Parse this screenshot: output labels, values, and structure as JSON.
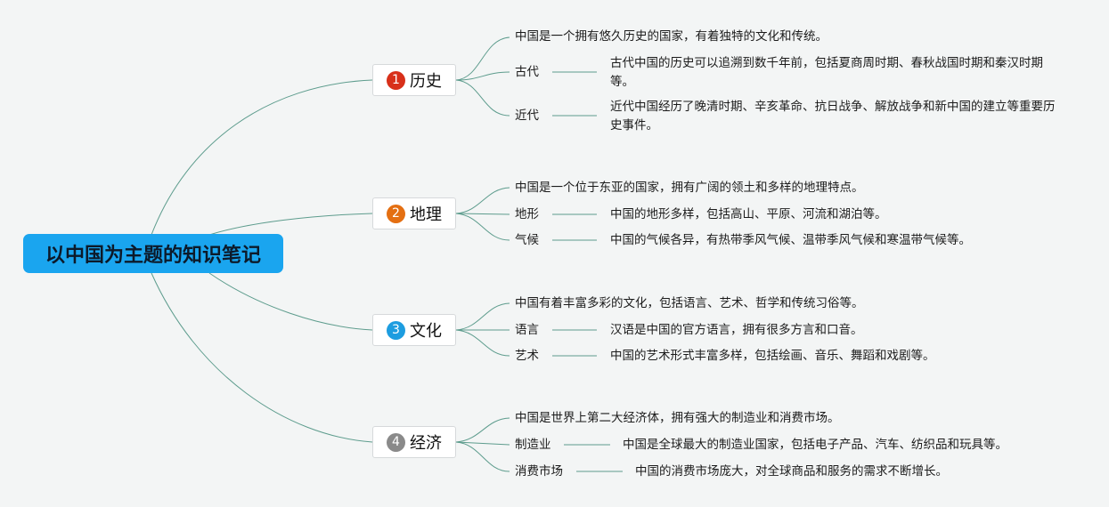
{
  "root": {
    "label": "以中国为主题的知识笔记"
  },
  "colors": {
    "root_bg": "#1aa5ef",
    "line": "#5d9c8d",
    "badge_1": "#d8301a",
    "badge_2": "#e46f12",
    "badge_3": "#1d9de0",
    "badge_4": "#8a8a8a"
  },
  "branches": [
    {
      "num": "1",
      "label": "历史",
      "summary": "中国是一个拥有悠久历史的国家，有着独特的文化和传统。",
      "children": [
        {
          "label": "古代",
          "detail": "古代中国的历史可以追溯到数千年前，包括夏商周时期、春秋战国时期和秦汉时期等。"
        },
        {
          "label": "近代",
          "detail": "近代中国经历了晚清时期、辛亥革命、抗日战争、解放战争和新中国的建立等重要历史事件。"
        }
      ]
    },
    {
      "num": "2",
      "label": "地理",
      "summary": "中国是一个位于东亚的国家，拥有广阔的领土和多样的地理特点。",
      "children": [
        {
          "label": "地形",
          "detail": "中国的地形多样，包括高山、平原、河流和湖泊等。"
        },
        {
          "label": "气候",
          "detail": "中国的气候各异，有热带季风气候、温带季风气候和寒温带气候等。"
        }
      ]
    },
    {
      "num": "3",
      "label": "文化",
      "summary": "中国有着丰富多彩的文化，包括语言、艺术、哲学和传统习俗等。",
      "children": [
        {
          "label": "语言",
          "detail": "汉语是中国的官方语言，拥有很多方言和口音。"
        },
        {
          "label": "艺术",
          "detail": "中国的艺术形式丰富多样，包括绘画、音乐、舞蹈和戏剧等。"
        }
      ]
    },
    {
      "num": "4",
      "label": "经济",
      "summary": "中国是世界上第二大经济体，拥有强大的制造业和消费市场。",
      "children": [
        {
          "label": "制造业",
          "detail": "中国是全球最大的制造业国家，包括电子产品、汽车、纺织品和玩具等。"
        },
        {
          "label": "消费市场",
          "detail": "中国的消费市场庞大，对全球商品和服务的需求不断增长。"
        }
      ]
    }
  ]
}
